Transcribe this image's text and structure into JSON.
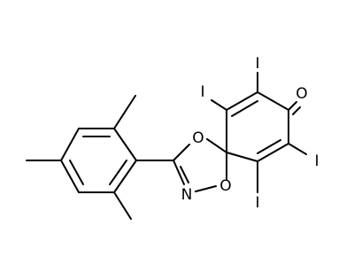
{
  "molecule": {
    "atoms": {
      "iodine_top": "I",
      "iodine_upper_left": "I",
      "iodine_right": "I",
      "iodine_bottom": "I",
      "oxygen_ketone": "O",
      "oxygen_ring_top": "O",
      "oxygen_ring_bottom": "O",
      "nitrogen_ring": "N"
    },
    "colors": {
      "bond": "#000000",
      "label": "#000000",
      "background": "#ffffff"
    }
  }
}
